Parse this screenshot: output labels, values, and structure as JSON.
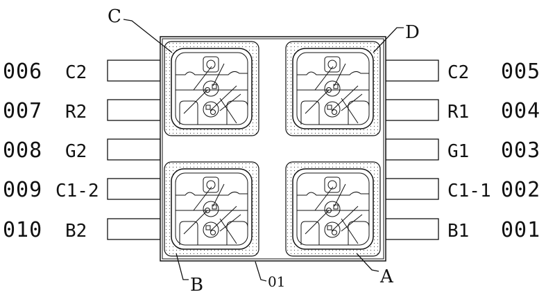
{
  "left_pins": [
    {
      "number": "006",
      "label": "C2"
    },
    {
      "number": "007",
      "label": "R2"
    },
    {
      "number": "008",
      "label": "G2"
    },
    {
      "number": "009",
      "label": "C1-2"
    },
    {
      "number": "010",
      "label": "B2"
    }
  ],
  "right_pins": [
    {
      "number": "005",
      "label": "C2"
    },
    {
      "number": "004",
      "label": "R1"
    },
    {
      "number": "003",
      "label": "G1"
    },
    {
      "number": "002",
      "label": "C1-1"
    },
    {
      "number": "001",
      "label": "B1"
    }
  ],
  "callouts": {
    "c": "C",
    "d": "D",
    "b": "B",
    "body": "01",
    "a": "A"
  }
}
